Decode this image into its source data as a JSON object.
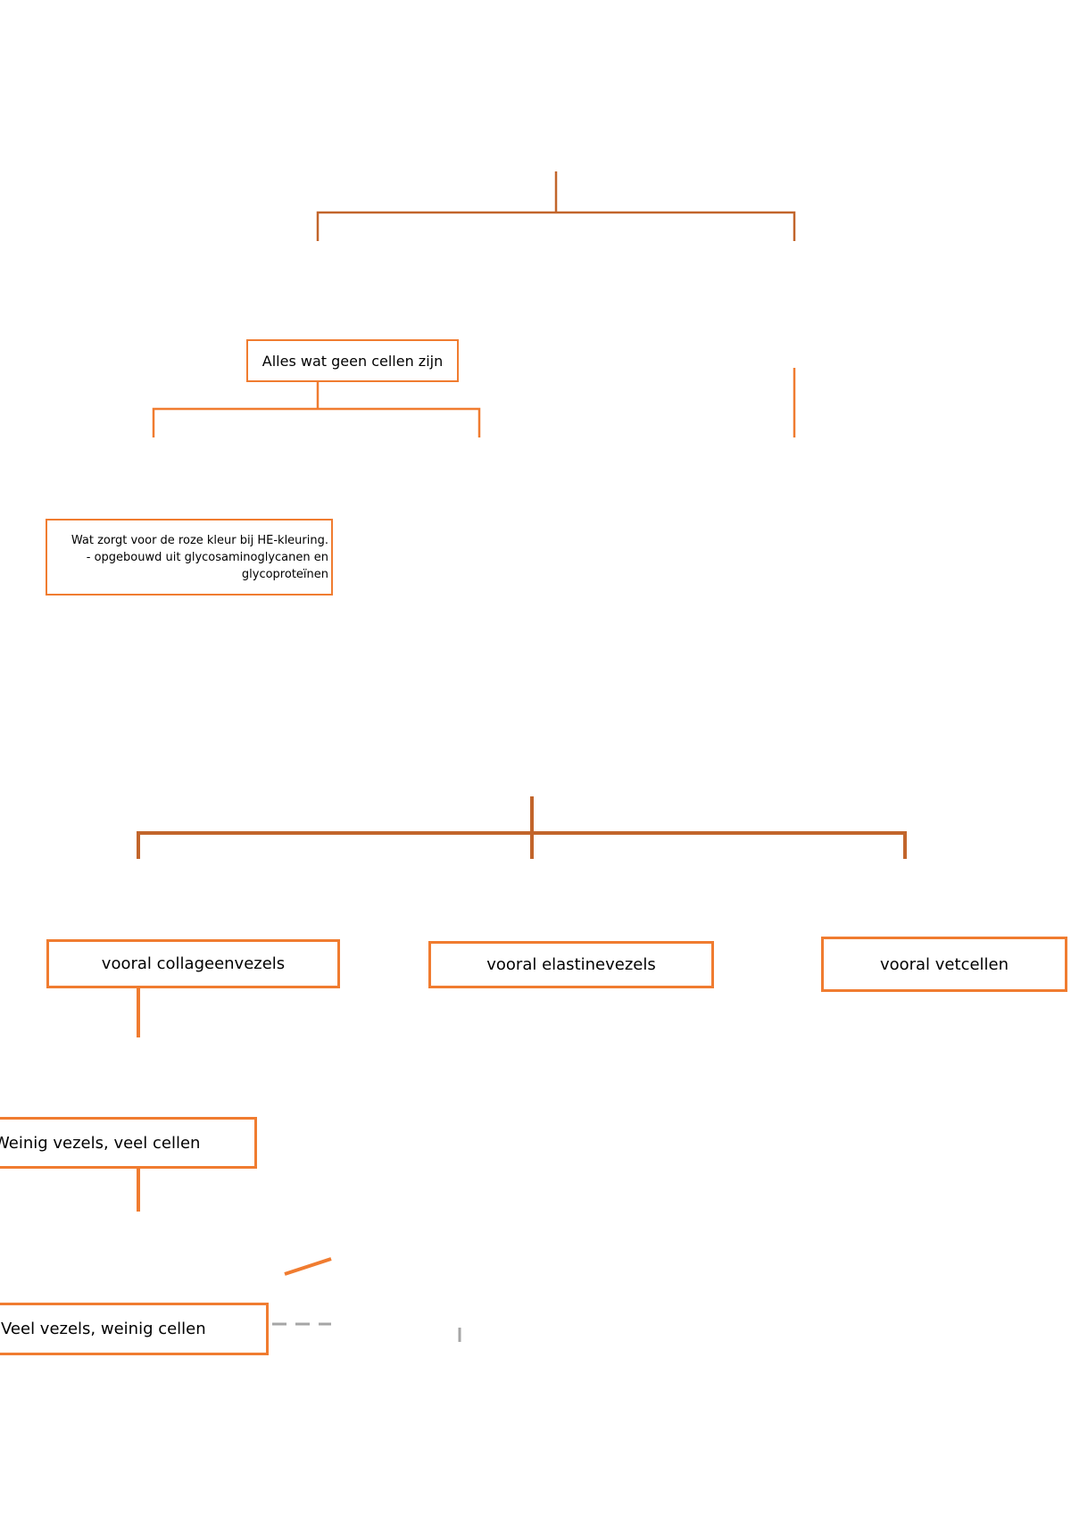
{
  "colors": {
    "connector_orange": "#f07c30",
    "connector_dark_orange": "#c2652b",
    "box_border": "#f07c30",
    "dash_gray": "#a6a6a6"
  },
  "nodes": {
    "alles_wat_geen_cellen": "Alles wat geen cellen zijn",
    "grondsubstantie_note_line1": "Wat zorgt voor de roze kleur bij HE-kleuring.",
    "grondsubstantie_note_line2": "- opgebouwd uit glycosaminoglycanen en",
    "grondsubstantie_note_line3": "glycoproteïnen",
    "vooral_collageenvezels": "vooral collageenvezels",
    "vooral_elastinevezels": "vooral elastinevezels",
    "vooral_vetcellen": "vooral vetcellen",
    "weinig_vezels": "Weinig vezels, veel cellen",
    "veel_vezels": "Veel vezels, weinig cellen"
  }
}
